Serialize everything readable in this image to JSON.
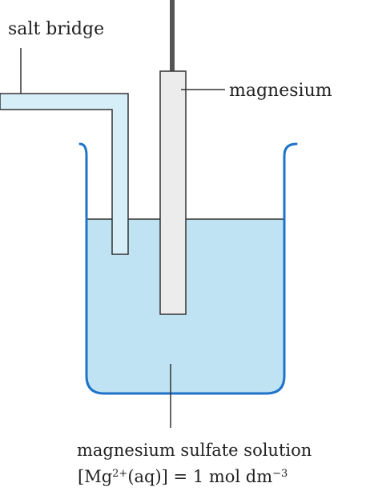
{
  "labels": {
    "salt_bridge": "salt bridge",
    "electrode": "magnesium",
    "solution": "magnesium sulfate solution",
    "conc_open": "[Mg",
    "conc_charge": "2+",
    "conc_species": "(aq)] = 1 mol dm",
    "conc_exponent": "−3"
  },
  "colors": {
    "outline": "#1f73c9",
    "solution": "#bfe3f2",
    "electrode": "#ececec",
    "line": "#333333"
  }
}
